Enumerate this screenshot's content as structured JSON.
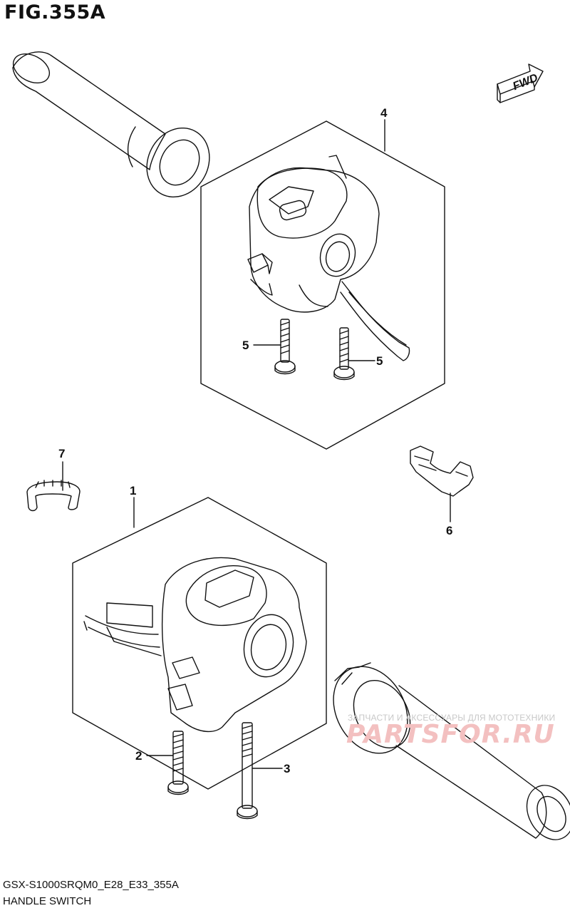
{
  "figure": {
    "title": "FIG.355A",
    "code": "GSX-S1000SRQM0_E28_E33_355A",
    "name": "HANDLE SWITCH"
  },
  "direction_badge": "FWD",
  "callouts": [
    {
      "id": "1",
      "part": "handle-switch-right"
    },
    {
      "id": "2",
      "part": "screw-short"
    },
    {
      "id": "3",
      "part": "screw-long"
    },
    {
      "id": "4",
      "part": "handle-switch-left"
    },
    {
      "id": "5",
      "part": "screw"
    },
    {
      "id": "5",
      "part": "screw"
    },
    {
      "id": "6",
      "part": "clamp-clip"
    },
    {
      "id": "7",
      "part": "cable-clamp"
    }
  ],
  "watermark": {
    "caption": "ЗАПЧАСТИ И АКСЕССУАРЫ ДЛЯ МОТОТЕХНИКИ",
    "brand": "PARTSFOR.RU"
  },
  "colors": {
    "line": "#111111",
    "watermark": "#f3c0c0"
  }
}
